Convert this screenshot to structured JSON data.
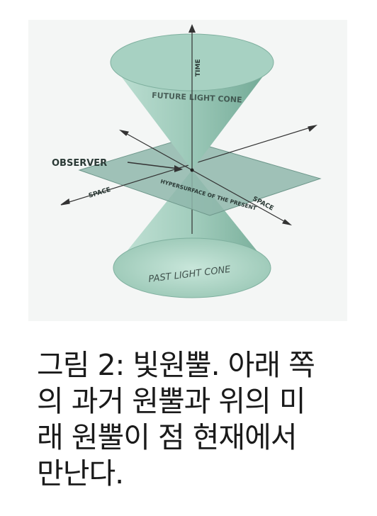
{
  "diagram": {
    "labels": {
      "time": "TIME",
      "future_cone": "FUTURE LIGHT CONE",
      "observer": "OBSERVER",
      "space_left": "SPACE",
      "space_right": "SPACE",
      "hypersurface": "HYPERSURFACE OF THE PRESENT",
      "past_cone": "PAST LIGHT CONE"
    },
    "colors": {
      "cone_fill": "#a9d1c3",
      "cone_dark": "#7fb4a1",
      "plane_fill": "#8fb7ab",
      "axis": "#333333"
    }
  },
  "caption": {
    "text": "그림 2: 빛원뿔. 아래 쪽\n의 과거 원뿔과 위의 미\n래 원뿔이 점 현재에서\n만난다."
  }
}
